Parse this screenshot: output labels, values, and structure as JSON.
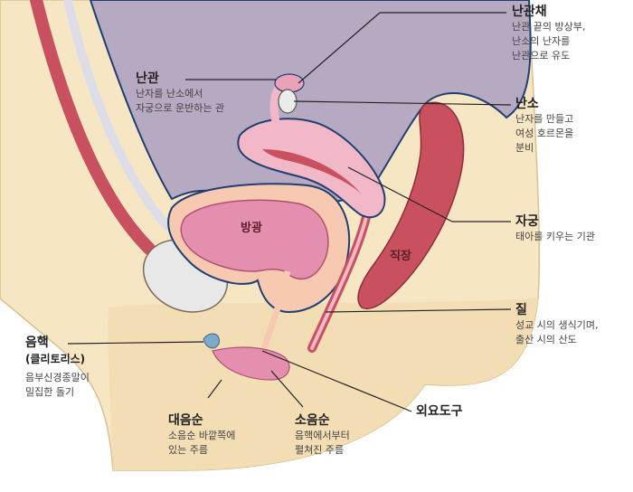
{
  "labels": {
    "fimbriae": {
      "title": "난관채",
      "desc": "난관 끝의 방상부,\n난소의 난자를\n난관으로 유도"
    },
    "tube": {
      "title": "난관",
      "desc": "난자를 난소에서\n자궁으로 운반하는 관"
    },
    "ovary": {
      "title": "난소",
      "desc": "난자를 만들고\n여성 호르몬을\n분비"
    },
    "uterus": {
      "title": "자궁",
      "desc": "태아를 키우는 기관"
    },
    "vagina": {
      "title": "질",
      "desc": "성교 시의 생식기며,\n출산 시의 산도"
    },
    "clitoris": {
      "title": "음핵",
      "subtitle": "(클리토리스)",
      "desc": "음부신경종말이\n밀집한 돌기"
    },
    "labia_majora": {
      "title": "대음순",
      "desc": "소음순 바깥쪽에\n있는 주름"
    },
    "labia_minora": {
      "title": "소음순",
      "desc": "음핵에서부터\n펼쳐진 주름"
    },
    "urethra": {
      "title": "외요도구"
    }
  },
  "organs": {
    "bladder": "방광",
    "rectum": "직장"
  },
  "colors": {
    "skin": "#f7e6c4",
    "skin_dark": "#f0d7a6",
    "cavity": "#b6a9c2",
    "uterus": "#f2b8c8",
    "uterus_line": "#1f3f73",
    "rectum": "#c9505f",
    "bladder": "#e58fb0",
    "bladder_wall": "#f6c9b0",
    "bone": "#e8e8e8"
  }
}
